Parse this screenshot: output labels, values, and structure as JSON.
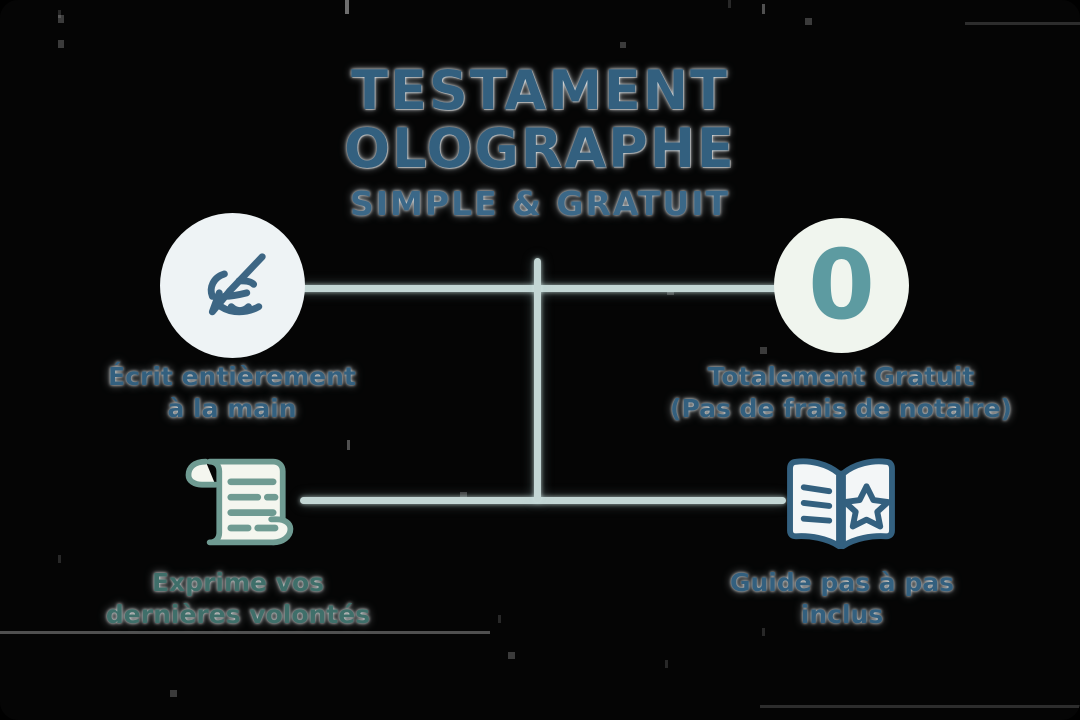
{
  "background": {
    "color": "#050505",
    "corner_radius": "18px"
  },
  "palette": {
    "steel_blue": "#33607f",
    "teal": "#5d9ba1",
    "sage_green": "#6f9b92",
    "connector": "#c3d6d4",
    "circle_blue_bg": "#eef3f5",
    "circle_green_bg": "#f0f5ee",
    "paper_cream": "#f4f6ef"
  },
  "title": {
    "line1": "TESTAMENT",
    "line2": "OLOGRAPHE",
    "subtitle": "SIMPLE & GRATUIT"
  },
  "nodes": [
    {
      "id": "handwriting",
      "icon": "hand-writing-pen-icon",
      "label": "Écrit entièrement\nà la main",
      "icon_color": "#3d6684",
      "circle_color": "#eef3f5"
    },
    {
      "id": "free",
      "icon": "zero-cost-icon",
      "glyph": "0",
      "label": "Totalement Gratuit\n(Pas de frais de notaire)",
      "icon_color": "#5d9ba1",
      "circle_color": "#f0f5ee"
    },
    {
      "id": "last-wishes",
      "icon": "scroll-document-icon",
      "label": "Exprime vos\ndernières volontés",
      "icon_color": "#6f9b92",
      "circle_color": "none"
    },
    {
      "id": "step-guide",
      "icon": "open-book-star-icon",
      "label": "Guide pas à pas\ninclus",
      "icon_color": "#33607f",
      "circle_color": "none"
    }
  ],
  "connectors": {
    "top_horizontal": "links handwriting node to free node",
    "bottom_horizontal": "links last-wishes node to step-guide node",
    "center_vertical": "joins top and bottom horizontal rails"
  }
}
